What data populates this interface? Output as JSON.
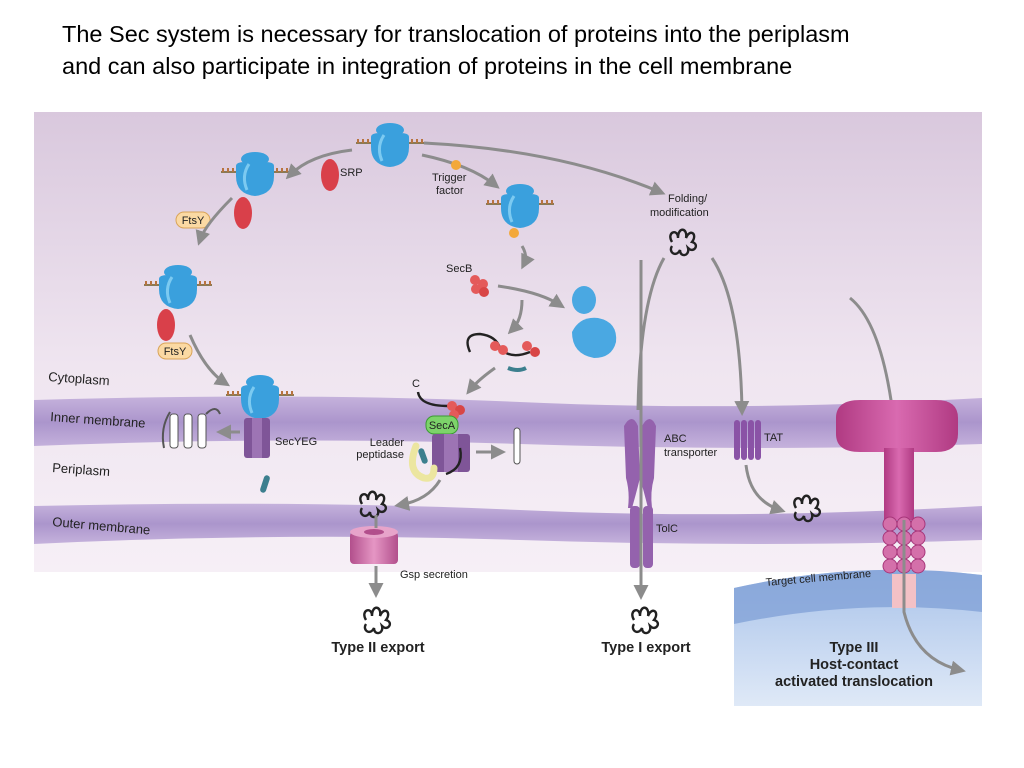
{
  "slide": {
    "title_line1": "The Sec system is necessary for translocation of proteins into the periplasm",
    "title_line2": "and can also participate in integration of proteins in the cell membrane"
  },
  "diagram": {
    "regions": {
      "cytoplasm": "Cytoplasm",
      "inner_membrane": "Inner membrane",
      "periplasm": "Periplasm",
      "outer_membrane": "Outer membrane",
      "target_membrane": "Target cell membrane"
    },
    "labels": {
      "srp": "SRP",
      "ftsy_1": "FtsY",
      "ftsy_2": "FtsY",
      "trigger_1": "Trigger",
      "trigger_2": "factor",
      "secb": "SecB",
      "folding_1": "Folding/",
      "folding_2": "modification",
      "secyeg": "SecYEG",
      "c_terminus": "C",
      "seca": "SecA",
      "leader_1": "Leader",
      "leader_2": "peptidase",
      "abc_1": "ABC",
      "abc_2": "transporter",
      "tat": "TAT",
      "tolc": "TolC",
      "gsp": "Gsp secretion"
    },
    "outcomes": {
      "type2": "Type II export",
      "type1": "Type I export",
      "type3_1": "Type III",
      "type3_2": "Host-contact",
      "type3_3": "activated translocation"
    }
  },
  "colors": {
    "ribosome": "#3aa0dd",
    "membrane": "#b9a5d4",
    "srp": "#d9404a",
    "seca": "#7dd36a",
    "ftsy": "#fbd9a3",
    "type3": "#c13f8e",
    "host_cell": "#9db9e3"
  }
}
